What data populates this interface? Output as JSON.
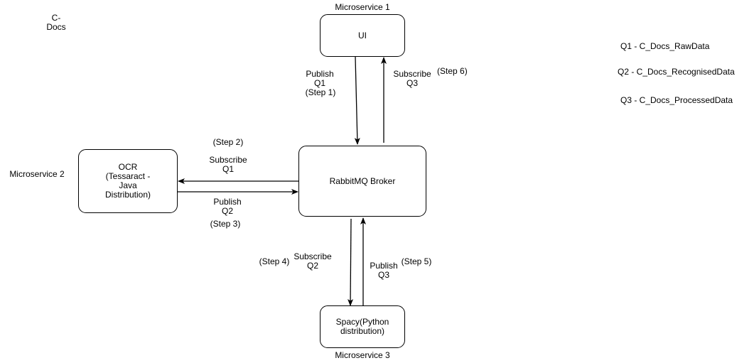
{
  "title_text": "C-\nDocs",
  "nodes": {
    "ui": {
      "label": "UI",
      "caption": "Microservice 1"
    },
    "broker": {
      "label": "RabbitMQ Broker"
    },
    "ocr": {
      "label": "OCR\n(Tessaract -\nJava\nDistribution)",
      "caption": "Microservice 2"
    },
    "spacy": {
      "label": "Spacy(Python\ndistribution)",
      "caption": "Microservice 3"
    }
  },
  "edges": {
    "publish_q1": {
      "action": "Publish\nQ1",
      "step": "(Step 1)",
      "from": "ui",
      "to": "broker"
    },
    "subscribe_q3": {
      "action": "Subscribe\nQ3",
      "step": "(Step 6)",
      "from": "broker",
      "to": "ui"
    },
    "subscribe_q1": {
      "action": "Subscribe\nQ1",
      "step": "(Step 2)",
      "from": "broker",
      "to": "ocr"
    },
    "publish_q2": {
      "action": "Publish\nQ2",
      "step": "(Step 3)",
      "from": "ocr",
      "to": "broker"
    },
    "subscribe_q2": {
      "action": "Subscribe\nQ2",
      "step": "(Step 4)",
      "from": "broker",
      "to": "spacy"
    },
    "publish_q3": {
      "action": "Publish\nQ3",
      "step": "(Step 5)",
      "from": "spacy",
      "to": "broker"
    }
  },
  "legend": [
    "Q1 - C_Docs_RawData",
    "Q2 - C_Docs_RecognisedData",
    "Q3 - C_Docs_ProcessedData"
  ],
  "colors": {
    "stroke": "#000000",
    "fill": "#ffffff",
    "text": "#000000"
  }
}
